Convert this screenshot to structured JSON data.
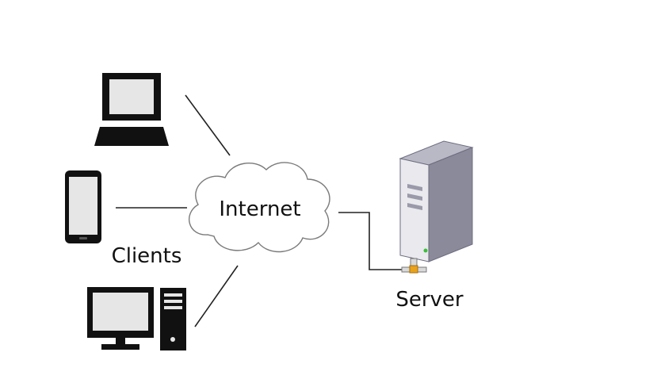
{
  "diagram": {
    "cloud_label": "Internet",
    "clients_label": "Clients",
    "server_label": "Server",
    "nodes": [
      {
        "name": "laptop-icon"
      },
      {
        "name": "smartphone-icon"
      },
      {
        "name": "desktop-computer-icon"
      },
      {
        "name": "internet-cloud"
      },
      {
        "name": "server-tower-icon"
      },
      {
        "name": "network-connector-icon"
      }
    ],
    "colors": {
      "device": "#111111",
      "screen": "#e6e6e6",
      "cloud_stroke": "#7a7a7a",
      "server_front": "#e9e9ee",
      "server_side": "#8a8a9a",
      "server_led": "#3bbf3b",
      "connector": "#e8a21c"
    }
  }
}
